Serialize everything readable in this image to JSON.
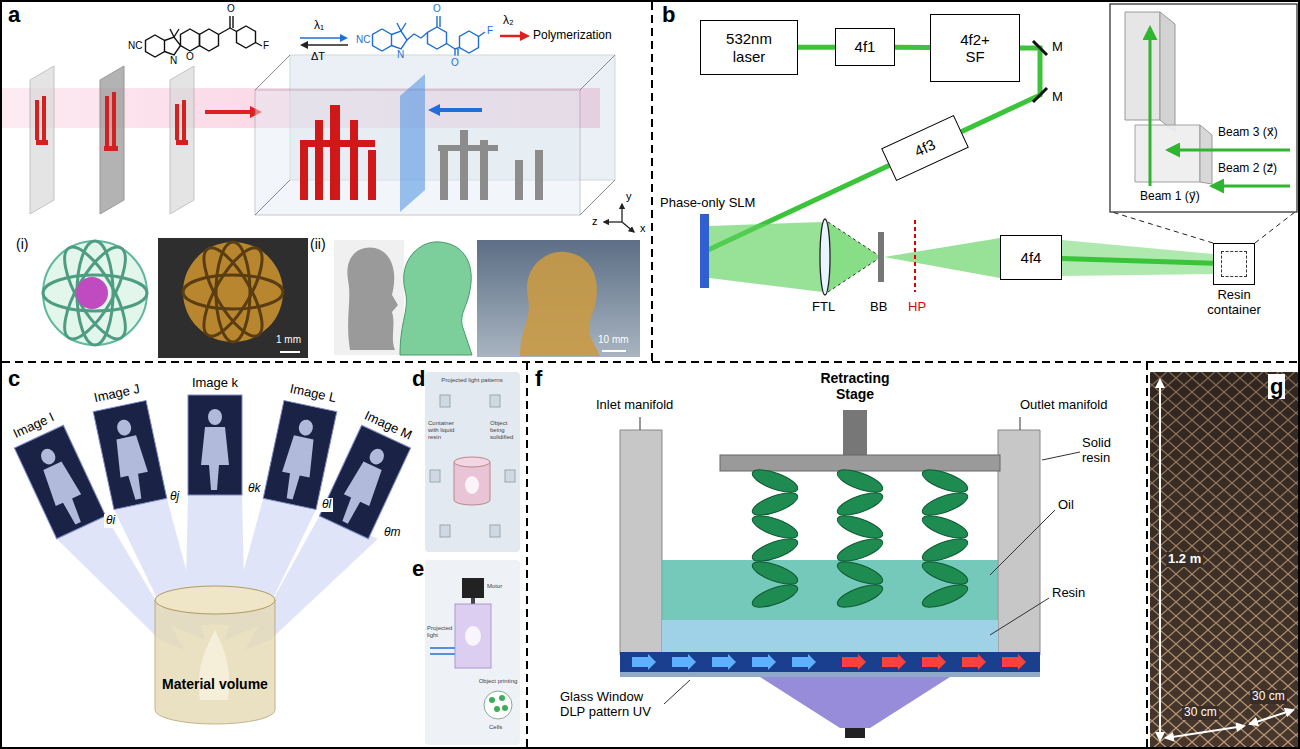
{
  "diagram": {
    "nodes": [
      {
        "text": [
          "532nm laser"
        ]
      },
      {
        "text": [
          "4f1"
        ]
      },
      {
        "text": [
          "4f2+ SF"
        ]
      },
      {
        "text": [
          "4f3"
        ]
      },
      {
        "text": [
          "4f4"
        ]
      },
      {
        "text": [
          "Resin container"
        ]
      }
    ],
    "edges": [
      {
        "from": 0,
        "to": 1,
        "arrow": "none"
      },
      {
        "from": 1,
        "to": 2,
        "arrow": "none"
      },
      {
        "from": 4,
        "to": 5,
        "arrow": "none"
      }
    ],
    "labels": [
      "a",
      "NC",
      "N",
      "O",
      "O",
      "F",
      "λ₁",
      "ΔT",
      "NC",
      "N",
      "O",
      "O",
      "F",
      "λ₂",
      "Polymerization",
      "z",
      "y",
      "x",
      "(i)",
      "1 mm",
      "(ii)",
      "10 mm",
      "b",
      "M",
      "M",
      "Phase-only SLM",
      "FTL",
      "BB",
      "HP",
      "Beam 3 (x⃗)",
      "Beam 2 (z⃗)",
      "Beam 1 (y⃗)",
      "c",
      "Image I",
      "Image J",
      "Image k",
      "Image L",
      "Image M",
      "θi",
      "θj",
      "θk",
      "θl",
      "θm",
      "Material volume",
      "d",
      "Projected light patterns",
      "Object being solidified",
      "Container with liquid resin",
      "e",
      "Motor",
      "Projected light",
      "Object printing",
      "Cells",
      "f",
      "Retracting Stage",
      "Inlet manifold",
      "Outlet manifold",
      "Solid resin",
      "Oil",
      "Resin",
      "Glass Window DLP pattern UV",
      "g",
      "1.2 m",
      "30 cm",
      "30 cm"
    ]
  }
}
